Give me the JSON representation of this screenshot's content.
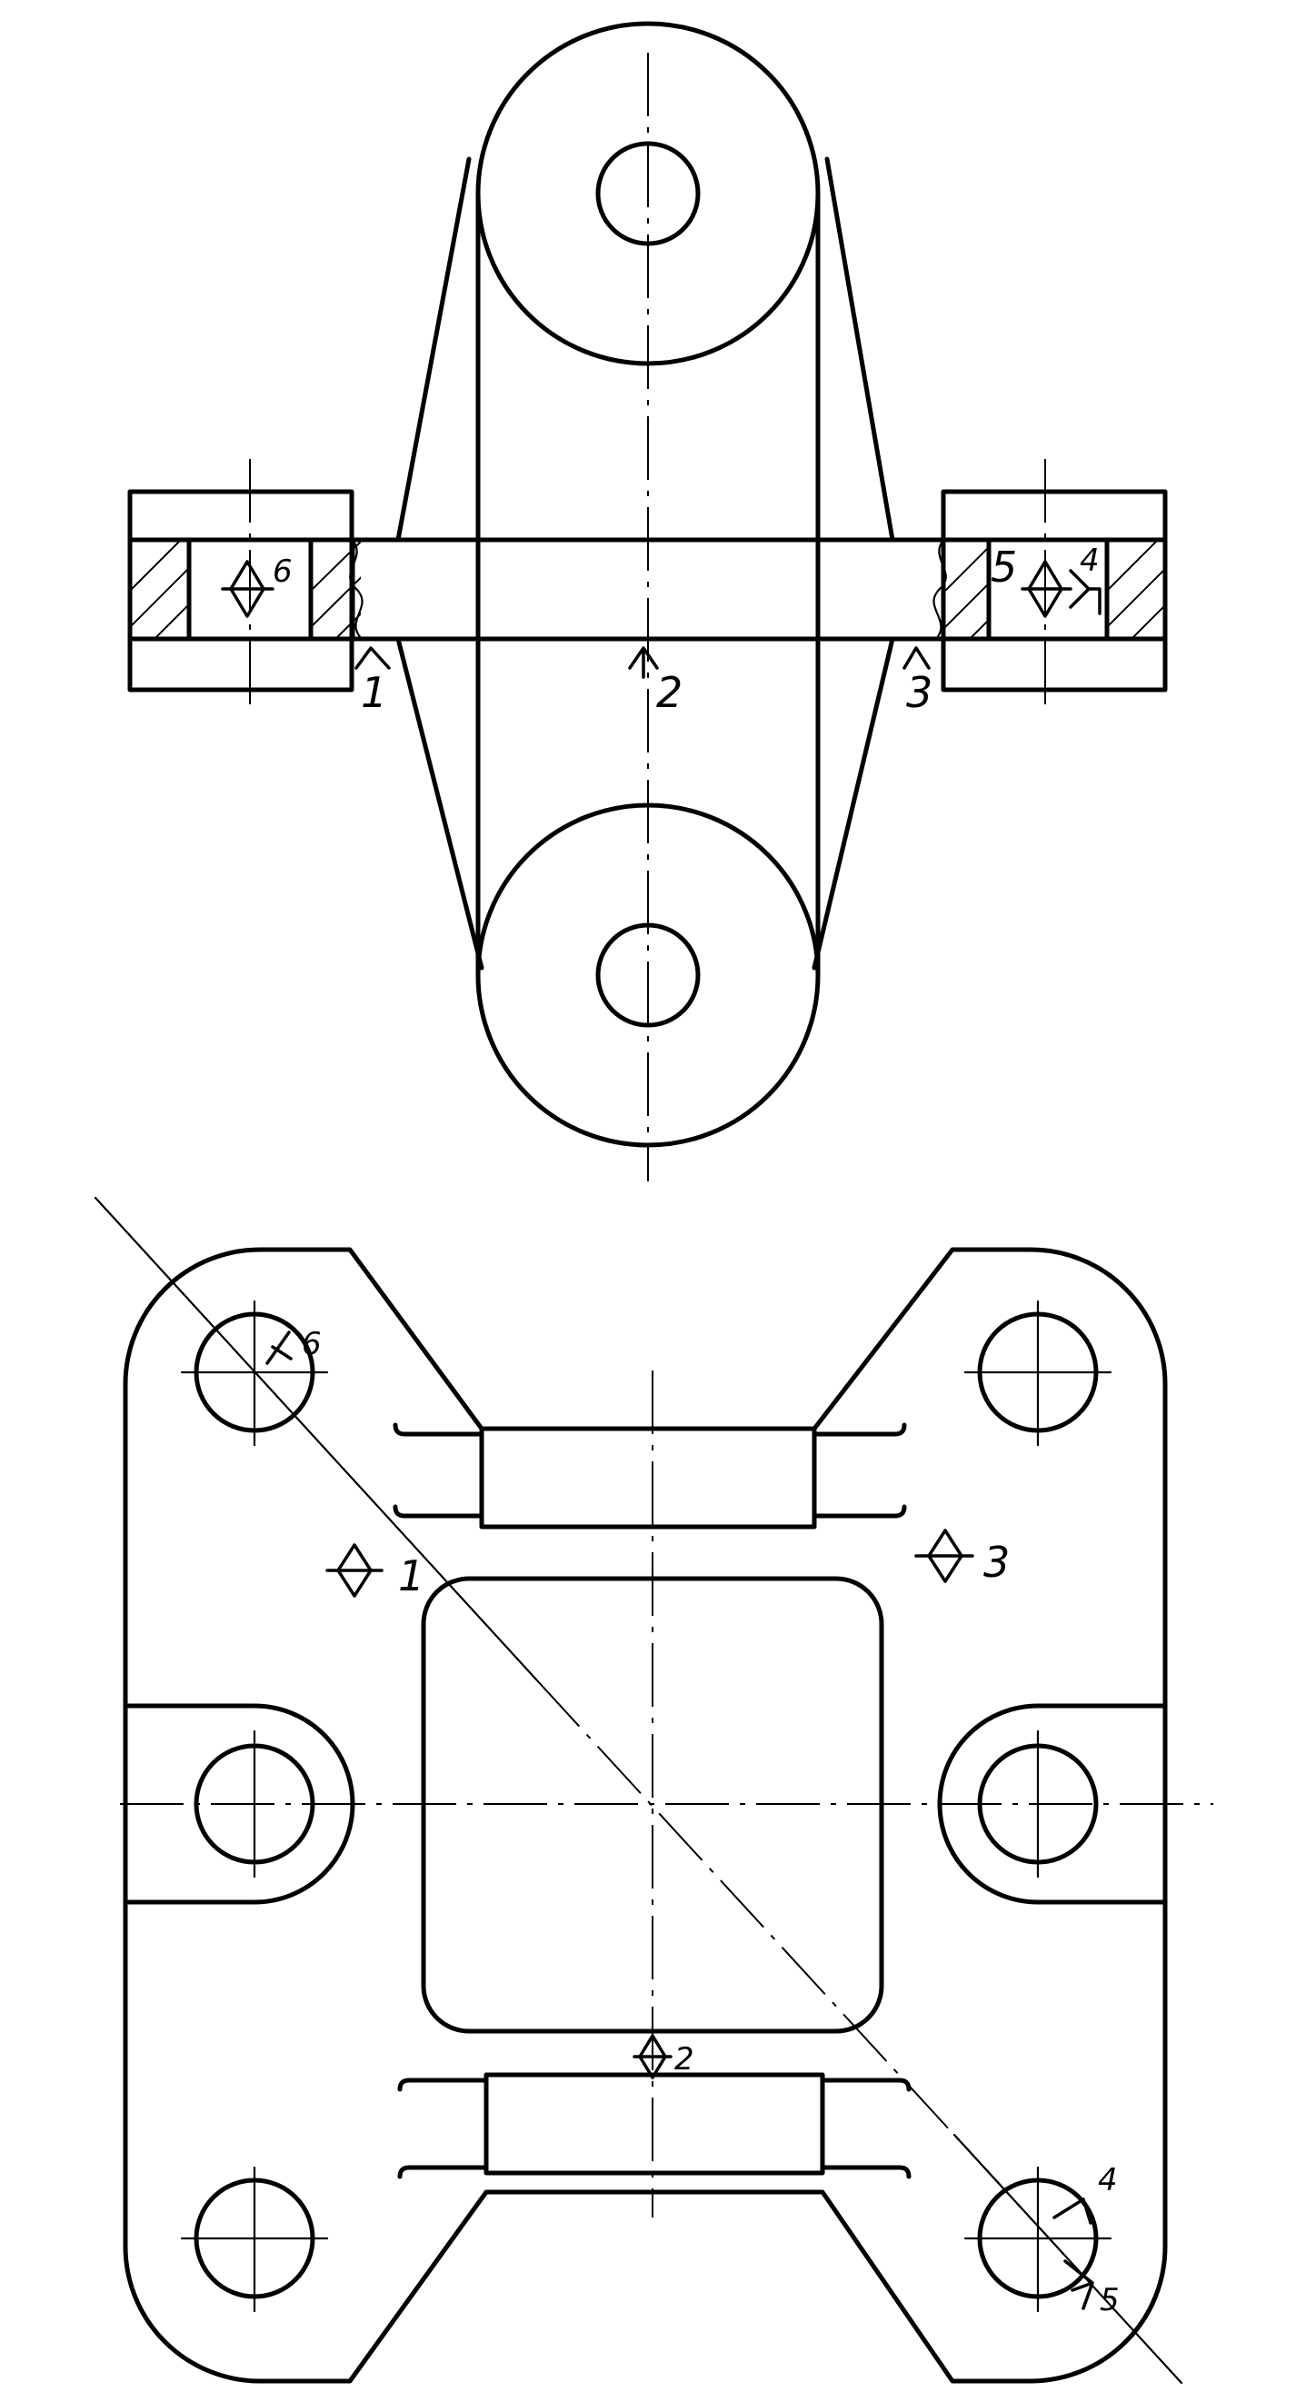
{
  "labels": {
    "front": {
      "l1": "1",
      "l2": "2",
      "l3": "3",
      "l4": "4",
      "l5": "5",
      "l6": "6"
    },
    "plan": {
      "l1": "1",
      "l2": "2",
      "l3": "3",
      "l4": "4",
      "l5": "5",
      "l6": "6"
    }
  },
  "colors": {
    "line": "#000000",
    "background": "#ffffff"
  }
}
